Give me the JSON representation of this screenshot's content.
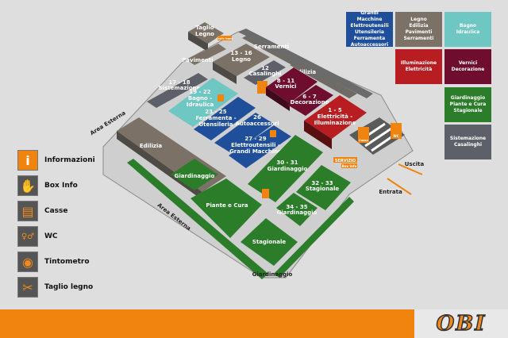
{
  "colors": {
    "orange": "#f0840f",
    "blue": "#1f4f9a",
    "brown": "#7c7166",
    "teal": "#6fc7c4",
    "red": "#b81d22",
    "maroon": "#6e0d2e",
    "green": "#2b7d2a",
    "gray": "#5d6068"
  },
  "key_boxes": [
    {
      "label": "Grandi Macchine\nElettroutensili\nUtensileria\nFerramenta\nAutoaccessori",
      "color": "#1f4f9a"
    },
    {
      "label": "Legno\nEdilizia\nPavimenti\nSerramenti",
      "color": "#7c7166"
    },
    {
      "label": "Bagno\nIdraulica",
      "color": "#6fc7c4"
    },
    {
      "label": "Illuminazione\nElettricità",
      "color": "#b81d22"
    },
    {
      "label": "Vernici\nDecorazione",
      "color": "#6e0d2e"
    },
    {
      "label": "Giardinaggio\nPiante e Cura\nStagionale",
      "color": "#2b7d2a"
    },
    {
      "label": "Sistemazione\nCasalinghi",
      "color": "#5d6068"
    }
  ],
  "legend": [
    {
      "label": "Informazioni",
      "icon": "info-icon",
      "glyph": "i"
    },
    {
      "label": "Box Info",
      "icon": "handshake-icon",
      "glyph": "✋"
    },
    {
      "label": "Casse",
      "icon": "cash-register-icon",
      "glyph": "▤"
    },
    {
      "label": "WC",
      "icon": "wc-icon",
      "glyph": "♀♂"
    },
    {
      "label": "Tintometro",
      "icon": "paint-can-icon",
      "glyph": "◉"
    },
    {
      "label": "Taglio legno",
      "icon": "wood-cutting-icon",
      "glyph": "✂"
    }
  ],
  "map": {
    "taglio_legno": [
      "Taglio",
      "Legno"
    ],
    "taglio_legno_tag": "Taglio legno",
    "serramenti": "Serramenti",
    "pavimenti": "Pavimenti",
    "legno": [
      "13 - 16",
      "Legno"
    ],
    "casalinghi": [
      "12",
      "Casalinghi"
    ],
    "edilizia_top": "Edilizia",
    "sistemazione": [
      "17 - 18",
      "Sistemazione"
    ],
    "vernici": [
      "8 - 11",
      "Vernici"
    ],
    "decorazione": [
      "6 - 7",
      "Decorazione"
    ],
    "elettricita": [
      "1 - 5",
      "Elettricità -",
      "Illuminazione"
    ],
    "bagno": [
      "19 - 22",
      "Bagno -",
      "Idraulica"
    ],
    "ferramenta": [
      "23 - 25",
      "Ferramenta -",
      "Utensileria"
    ],
    "autoaccessori": [
      "26",
      "Autoaccessori"
    ],
    "elettroutensili": [
      "27 - 29",
      "Elettroutensili -",
      "Grandi Macchine"
    ],
    "edilizia": "Edilizia",
    "area_esterna_1": "Area Esterna",
    "area_esterna_2": "Area Esterna",
    "giardinaggio_small": "Giardinaggio",
    "giardinaggio_30": [
      "30 - 31",
      "Giardinaggio"
    ],
    "piante": "Piante e Cura",
    "stagionale_32": [
      "32 - 33",
      "Stagionale"
    ],
    "giardinaggio_34": [
      "34 - 35",
      "Giardinaggio"
    ],
    "stagionale": "Stagionale",
    "giardinaggio_bottom": "Giardinaggio",
    "servizio": "SERVIZIO",
    "box_info": "Box Info",
    "casse_tag": "Casse",
    "wc_tag": "WC",
    "uscita": "Uscita",
    "entrata": "Entrata"
  },
  "footer": {
    "brand": "OBI"
  }
}
